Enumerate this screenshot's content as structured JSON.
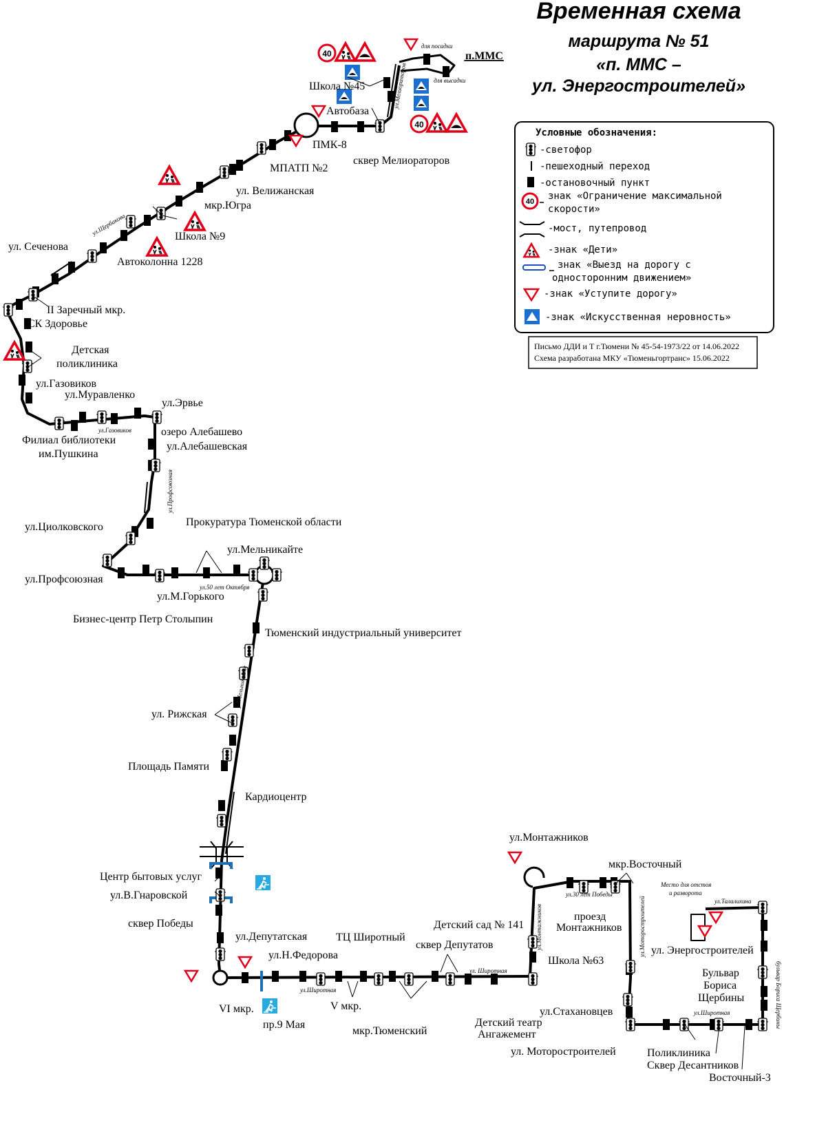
{
  "title": {
    "line1": "Временная схема",
    "line2": "маршрута № 51",
    "line3": "«п. ММС –",
    "line4": "ул. Энергостроителей»"
  },
  "legend": {
    "heading": "Условные обозначения:",
    "items": {
      "traffic_light": "-светофор",
      "crosswalk": "-пешеходный переход",
      "stop": "-остановочный пункт",
      "speed_a": "знак «Ограничение максимальной",
      "speed_b": "скорости»",
      "speed_value": "40",
      "bridge": "-мост, путепровод",
      "children": "-знак «Дети»",
      "oneway_a": "знак «Выезд на дорогу с",
      "oneway_b": "односторонним движением»",
      "yield": "-знак «Уступите дорогу»",
      "bump": "-знак «Искусственная неровность»"
    }
  },
  "note": {
    "line1": "Письмо ДДИ и Т г.Тюмени № 45-54-1973/22 от 14.06.2022",
    "line2": "Схема разработана МКУ «Тюменьгортранс» 15.06.2022"
  },
  "stops": {
    "mms": "п.ММС",
    "school45": "Школа №45",
    "avtobaza": "Автобаза",
    "pmk8": "ПМК-8",
    "skver_melior": "сквер Мелиораторов",
    "mpatp2": "МПАТП №2",
    "velizhanskaya": "ул. Велижанская",
    "ugra": "мкр.Югра",
    "school9": "Школа №9",
    "avtokolonna": "Автоколонна 1228",
    "sechenova": "ул. Сеченова",
    "zarechny2": "II Заречный мкр.",
    "sk_zdorovie": "СК Здоровье",
    "det_poliklinika_a": "Детская",
    "det_poliklinika_b": "поликлиника",
    "gazovikov": "ул.Газовиков",
    "muravlenko": "ул.Муравленко",
    "ervye": "ул.Эрвье",
    "biblioteka_a": "Филиал библиотеки",
    "biblioteka_b": "им.Пушкина",
    "alebashevo": "озеро Алебашево",
    "alebashevskaya": "ул.Алебашевская",
    "tsiolkovskogo": "ул.Циолковского",
    "prokuratura": "Прокуратура Тюменской области",
    "melnikaite": "ул.Мельникайте",
    "profsoyuznaya": "ул.Профсоюзная",
    "gorkogo": "ул.М.Горького",
    "stolypin": "Бизнес-центр Петр Столыпин",
    "tiu": "Тюменский индустриальный университет",
    "rizhskaya": "ул. Рижская",
    "ploshad_pamyati": "Площадь Памяти",
    "kardiocentr": "Кардиоцентр",
    "cbu": "Центр бытовых услуг",
    "gnarovskoy": "ул.В.Гнаровской",
    "skver_pobedy": "сквер Победы",
    "deputatskaya": "ул.Депутатская",
    "fedorova": "ул.Н.Федорова",
    "tc_shirotny": "ТЦ Широтный",
    "skver_deputatov": "сквер Депутатов",
    "detsad141": "Детский сад № 141",
    "vi_mkr": "VI мкр.",
    "may9": "пр.9 Мая",
    "v_mkr": "V мкр.",
    "tyumensky": "мкр.Тюменский",
    "teatr_a": "Детский театр",
    "teatr_b": "Ангажемент",
    "montazhnikov": "ул.Монтажников",
    "vostochny": "мкр.Восточный",
    "proezd_montazh_a": "проезд",
    "proezd_montazh_b": "Монтажников",
    "school63": "Школа №63",
    "stahanovcev": "ул.Стахановцев",
    "motorostroiteley": "ул. Моторостроителей",
    "poliklinika": "Поликлиника",
    "skver_desant": "Сквер Десантников",
    "vostochny3": "Восточный-3",
    "energostroiteley": "ул. Энергостроителей",
    "bulvar_a": "Бульвар",
    "bulvar_b": "Бориса",
    "bulvar_c": "Щербины"
  },
  "streets": {
    "dlya_posadki": "для посадки",
    "dlya_vysadki": "для высадки",
    "meliorator": "ул.Мелиораторов",
    "sherbakova": "ул.Щербакова",
    "gazovikov_s": "ул.Газовиков",
    "profsoyuznaya_s": "ул.Профсоюзная",
    "50let": "ул.50 лет Октября",
    "melnikaite_s": "ул.Мельникайте",
    "shirotnaya1": "ул.Широтная",
    "shirotnaya2": "ул. Широтная",
    "shirotnaya3": "ул.Широтная",
    "montazhnikov_s": "ул.Монтажников",
    "30let": "ул.30 лет Победы",
    "motorostr_s": "ул.Моторостроителей",
    "talalihina": "ул.Талалихина",
    "borisa_sherbiny": "бульвар Бориса Щербины",
    "mesto_a": "Место для отстоя",
    "mesto_b": "и разворота"
  },
  "colors": {
    "route": "#000000",
    "sign_red": "#e0001a",
    "sign_blue": "#1b6fd1",
    "crossing_blue": "#1f6fb5",
    "ped_icon_blue": "#27a9e1"
  }
}
